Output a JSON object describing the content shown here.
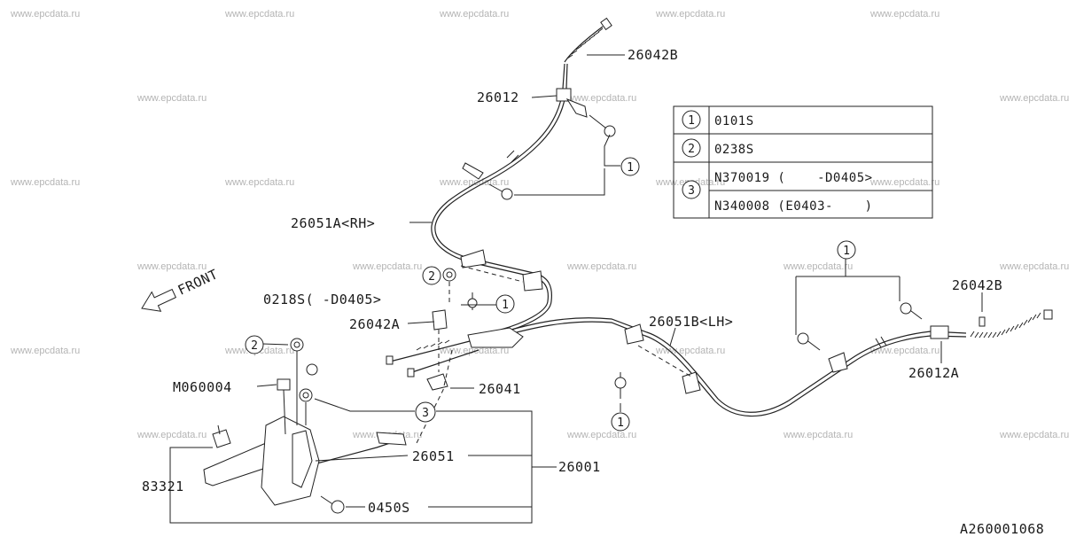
{
  "watermark": "www.epcdata.ru",
  "front_label": "FRONT",
  "callouts": {
    "p26042B_top": "26042B",
    "p26012": "26012",
    "p26051A": "26051A<RH>",
    "p0218S": "0218S(   -D0405>",
    "p26042A": "26042A",
    "p26051B": "26051B<LH>",
    "p26042B_right": "26042B",
    "p26012A": "26012A",
    "p26041": "26041",
    "pM060004": "M060004",
    "p26051": "26051",
    "p26001": "26001",
    "p83321": "83321",
    "p0450S": "0450S",
    "diagram_id": "A260001068"
  },
  "circle_refs": [
    "1",
    "2",
    "3"
  ],
  "legend": [
    {
      "ref": "1",
      "rows": [
        "0101S"
      ]
    },
    {
      "ref": "2",
      "rows": [
        "0238S"
      ]
    },
    {
      "ref": "3",
      "rows": [
        "N370019 (    -D0405>",
        "N340008 (E0403-    )"
      ]
    }
  ]
}
